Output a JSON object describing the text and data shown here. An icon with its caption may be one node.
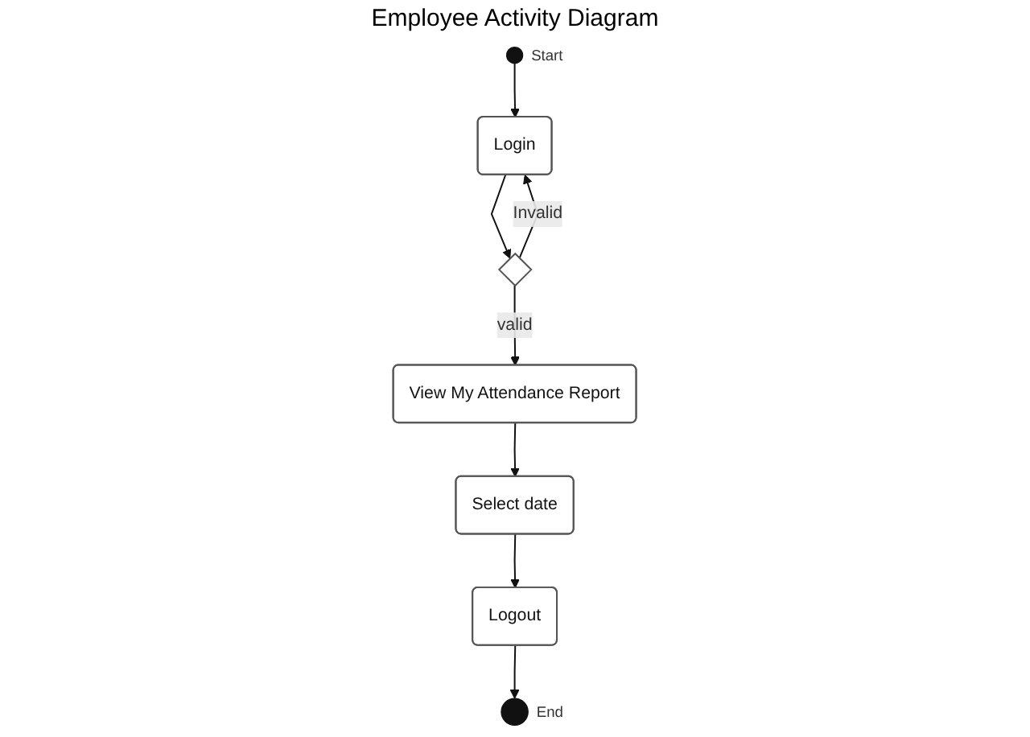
{
  "diagram": {
    "title": "Employee Activity Diagram",
    "nodes": [
      {
        "text": [],
        "shape": "circle",
        "beside": [
          "Start"
        ]
      },
      {
        "text": [
          "Login"
        ]
      },
      {
        "text": [],
        "shape": "diamond"
      },
      {
        "text": [
          "View My Attendance Report"
        ]
      },
      {
        "text": [
          "Select date"
        ]
      },
      {
        "text": [
          "Logout"
        ]
      },
      {
        "text": [],
        "shape": "circle",
        "beside": [
          "End"
        ]
      }
    ],
    "edges": [
      {
        "from": 0,
        "to": 1,
        "arrow": "to"
      },
      {
        "from": 1,
        "to": 2,
        "arrow": "to"
      },
      {
        "from": 2,
        "to": 1,
        "arrow": "to",
        "label": "Invalid"
      },
      {
        "from": 2,
        "to": 3,
        "arrow": "to",
        "label": "valid"
      },
      {
        "from": 3,
        "to": 4,
        "arrow": "to"
      },
      {
        "from": 4,
        "to": 5,
        "arrow": "to"
      },
      {
        "from": 5,
        "to": 6,
        "arrow": "to"
      }
    ]
  }
}
